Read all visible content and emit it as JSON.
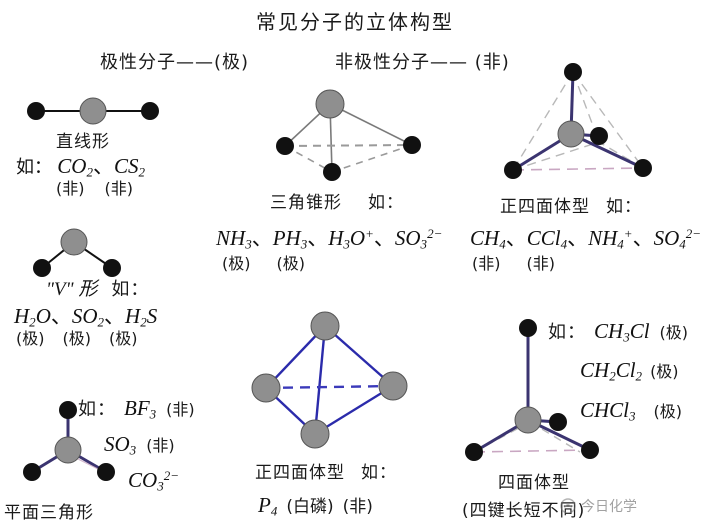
{
  "title": "常见分子的立体构型",
  "legend": {
    "polar": "极性分子——(极)",
    "nonpolar": "非极性分子—— (非)"
  },
  "sections": {
    "linear": {
      "shape_name": "直线形",
      "example_prefix": "如：",
      "formulas": [
        {
          "text": "CO2",
          "tag": "(非)"
        },
        {
          "text": "CS2",
          "tag": "(非)"
        }
      ],
      "separator": "、"
    },
    "bent": {
      "shape_name": "\"V\" 形",
      "example_prefix": "如：",
      "formulas": [
        {
          "text": "H2O",
          "tag": "(极)"
        },
        {
          "text": "SO2",
          "tag": "(极)"
        },
        {
          "text": "H2S",
          "tag": "(极)"
        }
      ],
      "separator": "、"
    },
    "trigonal_planar": {
      "shape_name": "平面三角形",
      "example_prefix": "如：",
      "formulas": [
        {
          "text": "BF3",
          "tag": "(非)"
        },
        {
          "text": "SO3",
          "tag": "(非)"
        },
        {
          "text": "CO3 2-",
          "tag": ""
        }
      ]
    },
    "trigonal_pyramid": {
      "shape_name": "三角锥形",
      "example_prefix": "如：",
      "formulas": [
        {
          "text": "NH3",
          "tag": "(极)"
        },
        {
          "text": "PH3",
          "tag": "(极)"
        },
        {
          "text": "H3O+",
          "tag": ""
        },
        {
          "text": "SO3 2-",
          "tag": ""
        }
      ],
      "separator": "、"
    },
    "regular_tetrahedron_p4": {
      "shape_name": "正四面体型",
      "example_prefix": "如：",
      "formulas": [
        {
          "text": "P4 (白磷)",
          "tag": "(非)"
        }
      ]
    },
    "regular_tetrahedron_ch4": {
      "shape_name": "正四面体型",
      "example_prefix": "如：",
      "formulas": [
        {
          "text": "CH4",
          "tag": "(非)"
        },
        {
          "text": "CCl4",
          "tag": "(非)"
        },
        {
          "text": "NH4+",
          "tag": ""
        },
        {
          "text": "SO4 2-",
          "tag": ""
        }
      ],
      "separator": "、"
    },
    "tetrahedron_distorted": {
      "shape_name": "四面体型",
      "note": "(四键长短不同)",
      "example_prefix": "如：",
      "formulas": [
        {
          "text": "CH3Cl",
          "tag": "(极)"
        },
        {
          "text": "CH2Cl2",
          "tag": "(极)"
        },
        {
          "text": "CHCl3",
          "tag": "(极)"
        }
      ]
    }
  },
  "watermark": {
    "text": "今日化学",
    "icon": "circle-logo-icon"
  },
  "colors": {
    "atom_dark": "#111111",
    "atom_gray": "#8f8f8f",
    "bond_black": "#111111",
    "bond_navy": "#3b3470",
    "bond_blue": "#2b2bab",
    "ghost_gray": "#b8b8b8",
    "ghost_pink": "#c9a7c2",
    "text": "#1a1a1a"
  }
}
